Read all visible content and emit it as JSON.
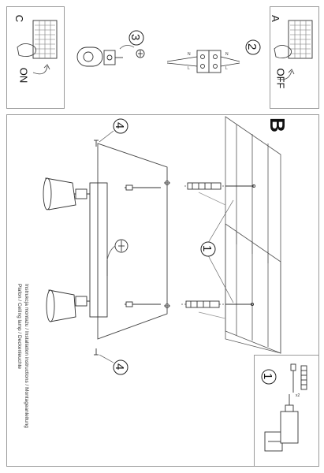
{
  "panels": {
    "panel_c": {
      "letter": "C",
      "state": "ON"
    },
    "panel_a": {
      "letter": "A",
      "state": "OFF"
    },
    "main": {
      "letter": "B"
    }
  },
  "steps": {
    "step_3": "3",
    "step_2": "2",
    "step_1_left": "1",
    "step_1_br": "1",
    "step_4_top": "4",
    "step_4_bottom": "4"
  },
  "terminal_labels": {
    "n_top": "N",
    "n_bottom": "N",
    "l_top": "L",
    "l_bottom": "L"
  },
  "footer_lines": [
    "Instrukcja montażu / Installation instructions / Montageanleitung",
    "Plafon / Ceiling lamp / Deckenleuchte"
  ],
  "screw_label": "x2"
}
